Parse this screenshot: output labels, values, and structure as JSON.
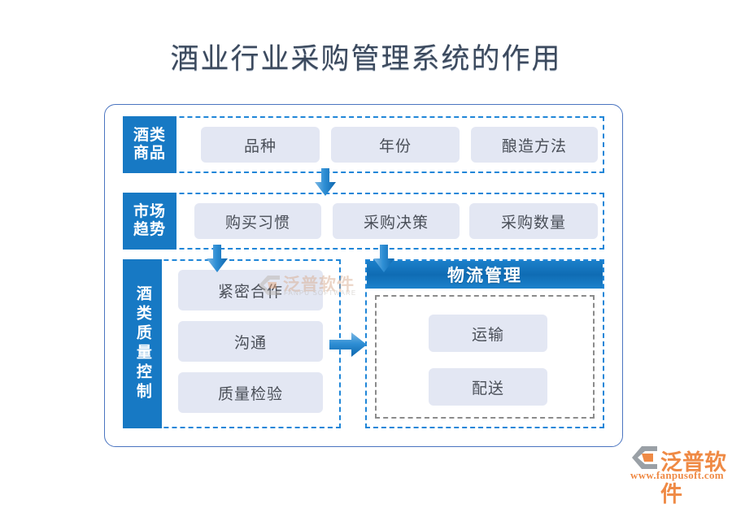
{
  "page": {
    "title": "酒业行业采购管理系统的作用",
    "background_color": "#ffffff"
  },
  "colors": {
    "accent_blue": "#1779c4",
    "dashed_blue": "#1f86d8",
    "container_border": "#4a74c0",
    "chip_fill": "#e3e7f3",
    "chip_text": "#4a4f58",
    "title_text": "#3c4a5e",
    "logo_orange": "#ef8a45",
    "inner_dash_gray": "#8b8b8b"
  },
  "diagram": {
    "rows": [
      {
        "name": "wine-products",
        "label": "酒类\n商品",
        "label_lines": [
          "酒类",
          "商品"
        ],
        "items": [
          "品种",
          "年份",
          "酿造方法"
        ]
      },
      {
        "name": "market-trends",
        "label": "市场\n趋势",
        "label_lines": [
          "市场",
          "趋势"
        ],
        "items": [
          "购买习惯",
          "采购决策",
          "采购数量"
        ]
      }
    ],
    "quality_block": {
      "name": "wine-quality-control",
      "label": "酒类质量控制",
      "items": [
        "紧密合作",
        "沟通",
        "质量检验"
      ]
    },
    "logistics_block": {
      "name": "logistics-management",
      "header": "物流管理",
      "items": [
        "运输",
        "配送"
      ]
    },
    "arrows": [
      {
        "name": "arrow-products-to-trends",
        "direction": "down"
      },
      {
        "name": "arrow-trends-to-quality",
        "direction": "down"
      },
      {
        "name": "arrow-trends-to-logistics",
        "direction": "down"
      },
      {
        "name": "arrow-quality-to-logistics",
        "direction": "right"
      }
    ]
  },
  "watermark": {
    "text": "泛普软件",
    "subtext": "FANPU SOFTWARE"
  },
  "logo": {
    "text": "泛普软件",
    "url": "www.fanpusoft.com"
  }
}
